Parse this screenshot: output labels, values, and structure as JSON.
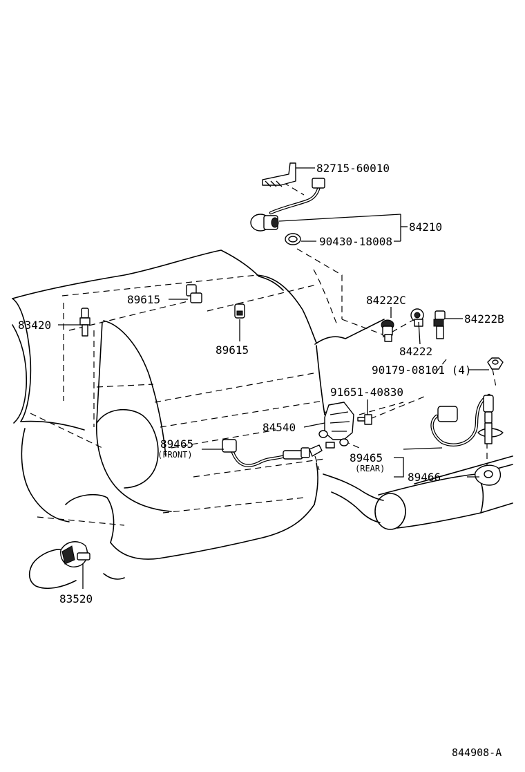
{
  "diagram": {
    "reference_code": "844908-A",
    "callouts": [
      {
        "id": "c-82715",
        "text": "82715-60010"
      },
      {
        "id": "c-84210",
        "text": "84210"
      },
      {
        "id": "c-90430",
        "text": "90430-18008"
      },
      {
        "id": "c-89615-top",
        "text": "89615"
      },
      {
        "id": "c-89615-bottom",
        "text": "89615"
      },
      {
        "id": "c-83420",
        "text": "83420"
      },
      {
        "id": "c-84222c",
        "text": "84222C"
      },
      {
        "id": "c-84222",
        "text": "84222"
      },
      {
        "id": "c-84222b",
        "text": "84222B"
      },
      {
        "id": "c-90179",
        "text": "90179-08101 (4)"
      },
      {
        "id": "c-91651",
        "text": "91651-40830"
      },
      {
        "id": "c-84540",
        "text": "84540"
      },
      {
        "id": "c-89465-front",
        "text": "89465",
        "note": "(FRONT)"
      },
      {
        "id": "c-89465-rear",
        "text": "89465",
        "note": "(REAR)"
      },
      {
        "id": "c-89466",
        "text": "89466"
      },
      {
        "id": "c-83520",
        "text": "83520"
      }
    ]
  }
}
